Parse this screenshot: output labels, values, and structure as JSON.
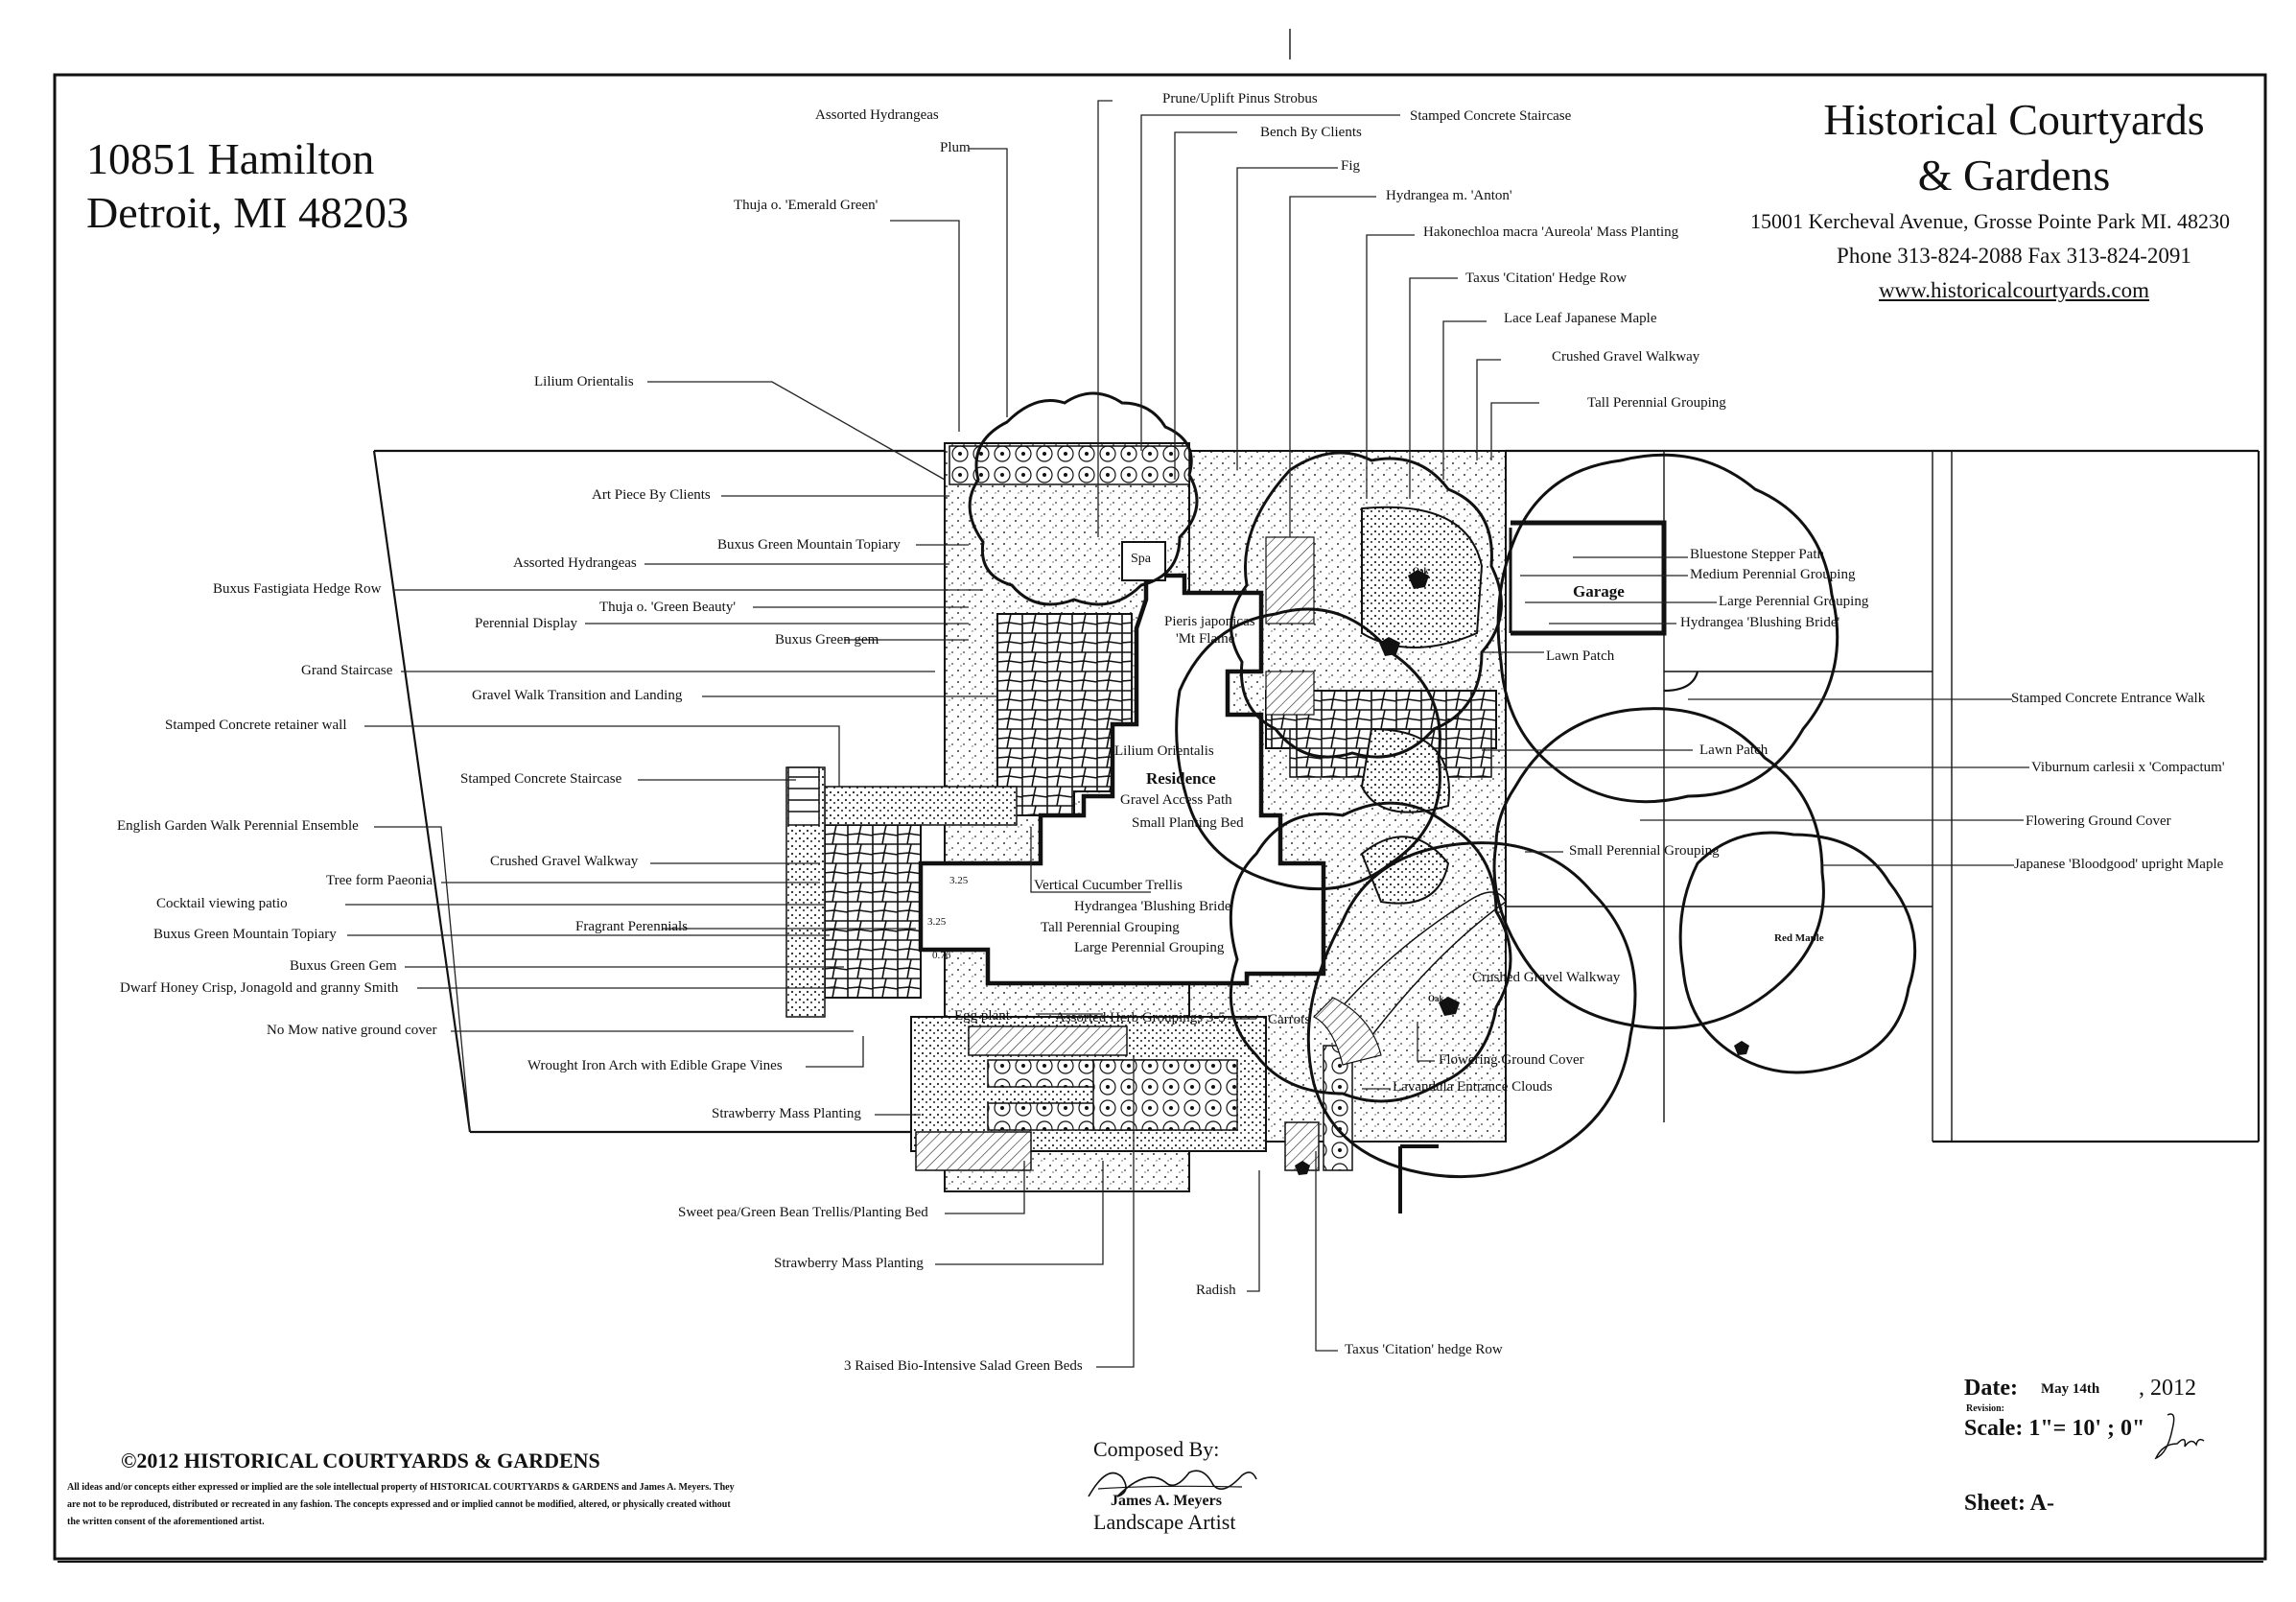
{
  "header": {
    "address_line1": "10851 Hamilton",
    "address_line2": "Detroit, MI 48203",
    "firm_line1": "Historical Courtyards",
    "firm_line2": "& Gardens",
    "firm_address": "15001 Kercheval Avenue, Grosse Pointe Park MI. 48230",
    "firm_phone": "Phone 313-824-2088   Fax  313-824-2091",
    "firm_website": "www.historicalcourtyards.com"
  },
  "plan_labels": {
    "residence": "Residence",
    "gravel_access_path": "Gravel Access Path",
    "small_planting_bed": "Small Planting Bed",
    "lilium_orientalis_inner": "Lilium Orientalis",
    "pieris_japonicas": "Pieris japonicas",
    "mt_flame": "'Mt Flame'",
    "spa": "Spa",
    "garage": "Garage",
    "red_maple": "Red Maple",
    "oak_1": "Oak",
    "oak_2": "Oak",
    "vertical_cucumber_trellis": "Vertical Cucumber Trellis",
    "hydrangea_blushing_bride_inner": "Hydrangea 'Blushing Bride'",
    "tall_perennial_grouping_inner": "Tall Perennial Grouping",
    "large_perennial_grouping_inner": "Large Perennial Grouping",
    "egg_plant": "Egg plant",
    "assorted_herb_groupings": "Assorted Herb Groupings 3-5",
    "carrots": "Carrots",
    "elev_1": "3.25",
    "elev_2": "3.25",
    "elev_3": "0.76"
  },
  "callouts": {
    "assorted_hydrangeas_top": "Assorted Hydrangeas",
    "plum": "Plum",
    "thuja_emerald": "Thuja o. 'Emerald Green'",
    "prune_uplift": "Prune/Uplift Pinus Strobus",
    "bench_by_clients": "Bench By Clients",
    "fig": "Fig",
    "stamped_concrete_staircase_top": "Stamped Concrete Staircase",
    "hydrangea_anton": "Hydrangea m. 'Anton'",
    "hakonechloa": "Hakonechloa macra 'Aureola' Mass Planting",
    "taxus_citation_row": "Taxus 'Citation' Hedge Row",
    "lace_leaf_maple": "Lace Leaf Japanese Maple",
    "crushed_gravel_walkway_top": "Crushed Gravel Walkway",
    "tall_perennial_grouping_top": "Tall Perennial Grouping",
    "lilium_orientalis": "Lilium Orientalis",
    "art_piece": "Art Piece By Clients",
    "buxus_mountain_topiary_upper": "Buxus Green Mountain Topiary",
    "assorted_hydrangeas_mid": "Assorted Hydrangeas",
    "buxus_fastigiata": "Buxus Fastigiata Hedge Row",
    "thuja_green_beauty": "Thuja o. 'Green Beauty'",
    "perennial_display": "Perennial Display",
    "buxus_green_gem_upper": "Buxus Green gem",
    "grand_staircase": "Grand Staircase",
    "gravel_walk_transition": "Gravel Walk Transition and Landing",
    "stamped_concrete_retainer": "Stamped Concrete retainer wall",
    "stamped_concrete_staircase_mid": "Stamped Concrete Staircase",
    "english_garden_walk": "English Garden Walk Perennial Ensemble",
    "crushed_gravel_walkway_left": "Crushed Gravel Walkway",
    "tree_form_paeonia": "Tree form Paeonia",
    "cocktail_patio": "Cocktail viewing patio",
    "fragrant_perennials": "Fragrant Perennials",
    "buxus_mountain_topiary_lower": "Buxus Green Mountain Topiary",
    "buxus_green_gem_lower": "Buxus Green Gem",
    "dwarf_honey_crisp": "Dwarf Honey Crisp, Jonagold and granny Smith",
    "no_mow": "No Mow native ground cover",
    "wrought_iron_arch": "Wrought Iron Arch with Edible Grape Vines",
    "strawberry_mass_planting_1": "Strawberry Mass Planting",
    "sweet_pea_trellis": "Sweet pea/Green Bean Trellis/Planting Bed",
    "strawberry_mass_planting_2": "Strawberry Mass Planting",
    "radish": "Radish",
    "raised_beds": "3 Raised Bio-Intensive Salad Green Beds",
    "taxus_citation_hedge": "Taxus 'Citation' hedge Row",
    "bluestone_stepper": "Bluestone Stepper Path",
    "medium_perennial_grouping": "Medium Perennial Grouping",
    "large_perennial_grouping_right": "Large Perennial Grouping",
    "hydrangea_blushing_bride_right": "Hydrangea 'Blushing Bride'",
    "lawn_patch_1": "Lawn Patch",
    "stamped_concrete_entrance_walk": "Stamped Concrete Entrance Walk",
    "lawn_patch_2": "Lawn Patch",
    "viburnum": "Viburnum carlesii x 'Compactum'",
    "flowering_ground_cover_right": "Flowering Ground Cover",
    "small_perennial_grouping": "Small Perennial Grouping",
    "japanese_bloodgood": "Japanese 'Bloodgood' upright Maple",
    "crushed_gravel_walkway_right": "Crushed Gravel Walkway",
    "flowering_ground_cover_lower": "Flowering Ground Cover",
    "lavandula": "Lavandula Entrance Clouds"
  },
  "footer": {
    "copyright_title": "©2012 HISTORICAL COURTYARDS & GARDENS",
    "copyright_fine": "All ideas and/or concepts either expressed or implied are the sole intellectual property of HISTORICAL COURTYARDS & GARDENS and James A. Meyers.  They are not to be reproduced, distributed or recreated in any fashion.  The concepts expressed and or implied cannot be modified, altered, or physically created without the written consent of the aforementioned artist.",
    "composed_by": "Composed By:",
    "artist_name": "James A. Meyers",
    "artist_title": "Landscape Artist",
    "date_label": "Date:",
    "date_value": "May 14th",
    "date_year": ", 2012",
    "revision_label": "Revision:",
    "scale": "Scale: 1\"= 10' ; 0\"",
    "sheet": "Sheet: A-"
  },
  "colors": {
    "ink": "#111111",
    "paper": "#ffffff"
  }
}
